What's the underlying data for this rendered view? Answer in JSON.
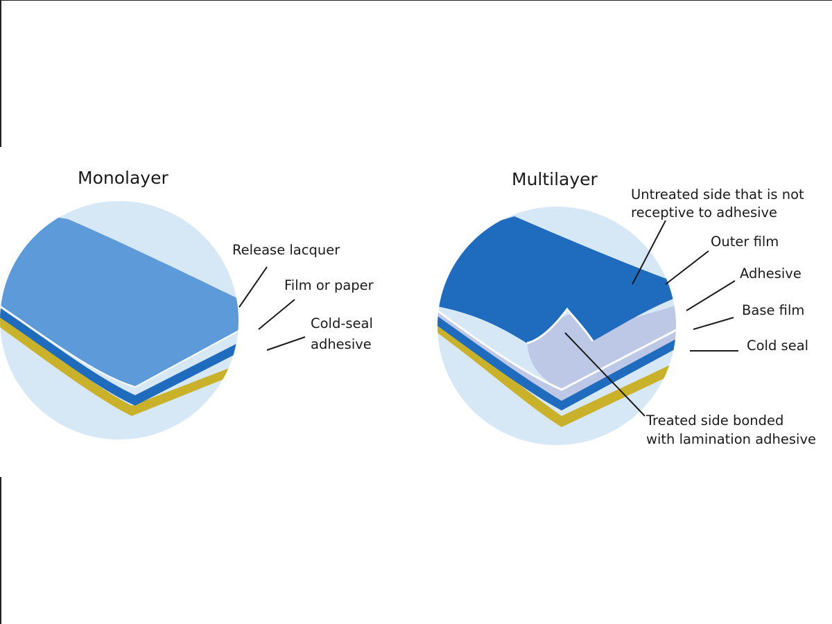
{
  "diagrams": [
    {
      "title": "Monolayer",
      "labels": [
        {
          "lines": [
            "Release lacquer"
          ]
        },
        {
          "lines": [
            "Film or paper"
          ]
        },
        {
          "lines": [
            "Cold-seal",
            "adhesive"
          ]
        }
      ]
    },
    {
      "title": "Multilayer",
      "labels": [
        {
          "lines": [
            "Untreated side that is not",
            "receptive to adhesive"
          ]
        },
        {
          "lines": [
            "Outer film"
          ]
        },
        {
          "lines": [
            "Adhesive"
          ]
        },
        {
          "lines": [
            "Base film"
          ]
        },
        {
          "lines": [
            "Cold seal"
          ]
        },
        {
          "lines": [
            "Treated side bonded",
            "with lamination adhesive"
          ]
        }
      ]
    }
  ],
  "colors": {
    "circle_bg": "#d6e7f5",
    "light_blue_layer": "#5c9ad9",
    "dark_blue_layer": "#1f6cbe",
    "gold_layer": "#c9b22a",
    "lavender_layer": "#bcc8e6",
    "edge_highlight": "#ffffff"
  }
}
